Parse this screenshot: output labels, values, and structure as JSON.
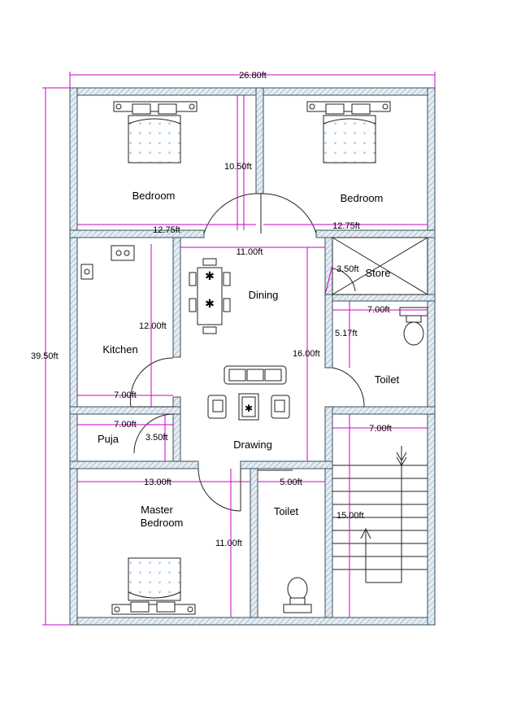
{
  "overall": {
    "width": "26.80ft",
    "height": "39.50ft"
  },
  "rooms": {
    "bedroom_left": "Bedroom",
    "bedroom_right": "Bedroom",
    "dining": "Dining",
    "store": "Store",
    "kitchen": "Kitchen",
    "toilet_right": "Toilet",
    "puja": "Puja",
    "drawing": "Drawing",
    "master_line1": "Master",
    "master_line2": "Bedroom",
    "toilet_bottom": "Toilet"
  },
  "dims": {
    "bed_left_height": "10.50ft",
    "bed_left_width": "12.75ft",
    "bed_right_width": "12.75ft",
    "dining_width": "11.00ft",
    "store_width": "3.50ft",
    "kitchen_height": "12.00ft",
    "toilet_width": "7.00ft",
    "toilet_height": "5.17ft",
    "drawing_height": "16.00ft",
    "kitchen_width": "7.00ft",
    "puja_width": "7.00ft",
    "puja_door": "3.50ft",
    "stair_width": "7.00ft",
    "master_width": "13.00ft",
    "toilet_bottom_width": "5.00ft",
    "stair_height": "15.00ft",
    "master_height": "11.00ft"
  },
  "colors": {
    "wall_fill": "#dbe6ee",
    "dimension_line": "#cc00cc",
    "bed_pattern": "#2a7fd4"
  }
}
